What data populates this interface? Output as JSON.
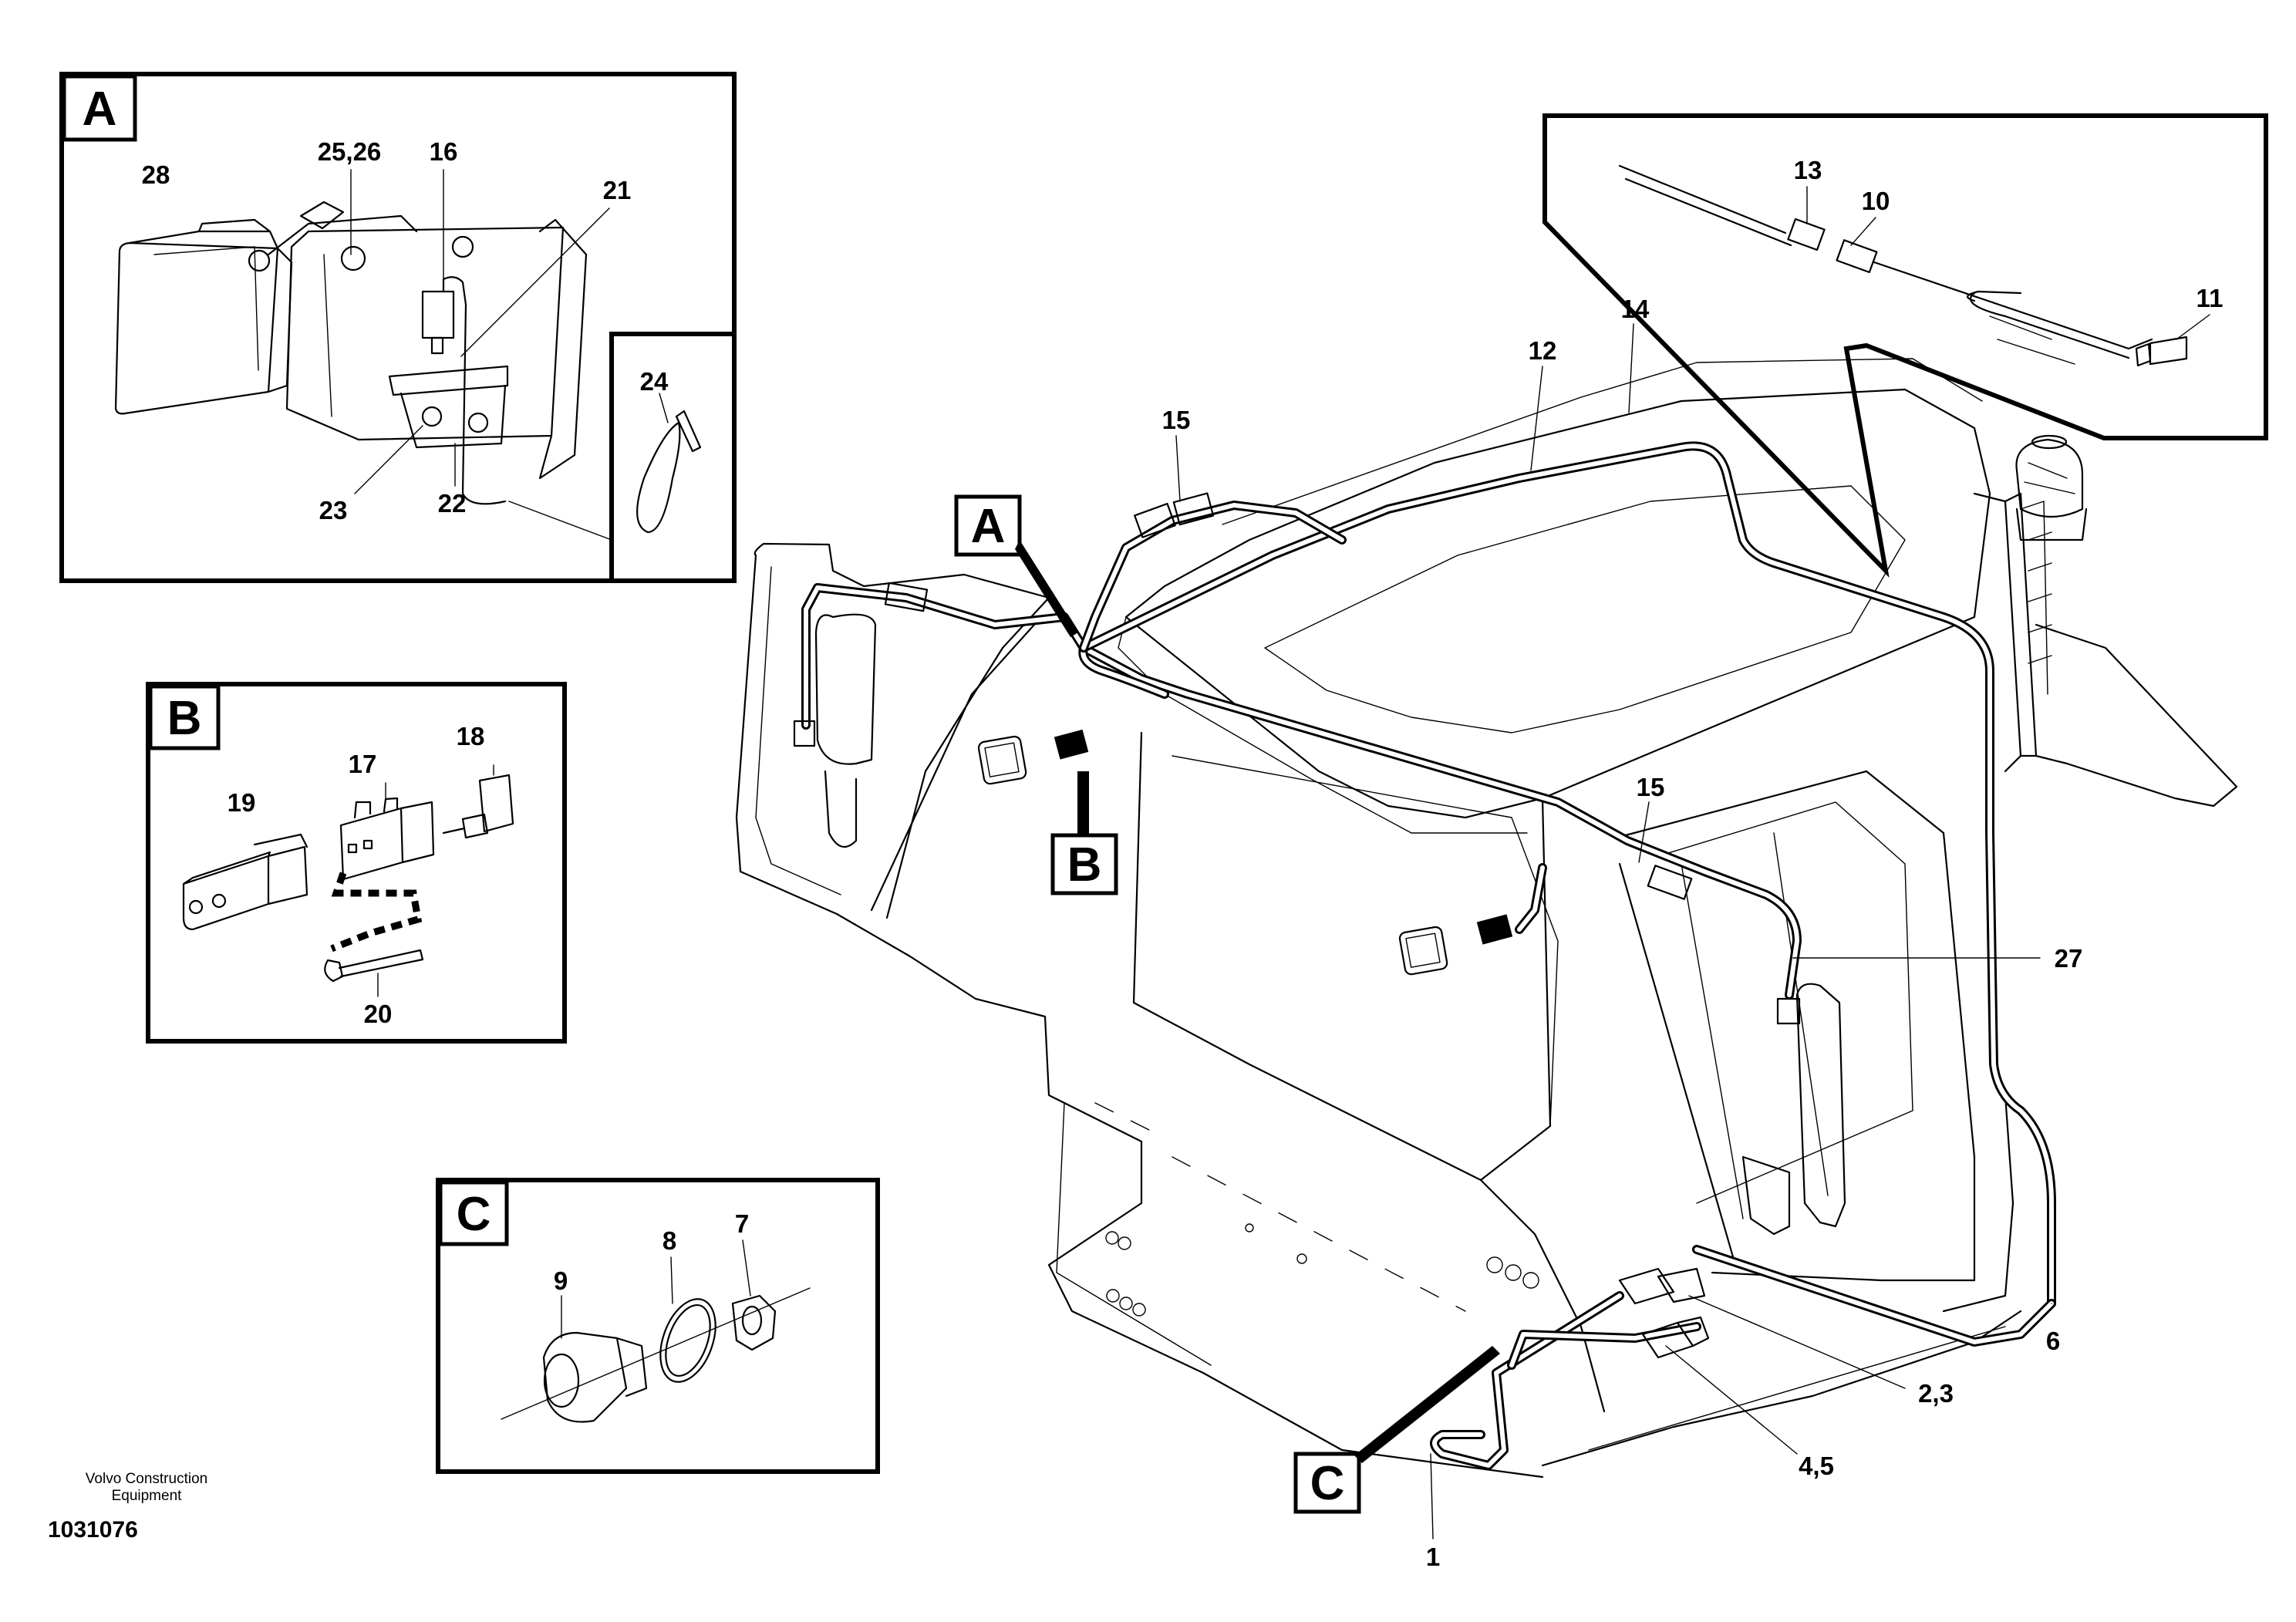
{
  "detail_views": {
    "A": {
      "tag": "A",
      "labels": {
        "p28": "28",
        "p25_26": "25,26",
        "p16": "16",
        "p21": "21",
        "p24": "24",
        "p23": "23",
        "p22": "22"
      }
    },
    "B": {
      "tag": "B",
      "labels": {
        "p19": "19",
        "p17": "17",
        "p18": "18",
        "p20": "20"
      }
    },
    "C": {
      "tag": "C",
      "labels": {
        "p9": "9",
        "p8": "8",
        "p7": "7"
      }
    },
    "top_inset": {
      "labels": {
        "p13": "13",
        "p10": "10",
        "p11": "11"
      }
    }
  },
  "main_view": {
    "callouts": {
      "A": "A",
      "B": "B",
      "C": "C"
    },
    "labels": {
      "p12": "12",
      "p14": "14",
      "p15a": "15",
      "p15b": "15",
      "p27": "27",
      "p6": "6",
      "p2_3": "2,3",
      "p4_5": "4,5",
      "p1": "1"
    }
  },
  "footer": {
    "brand_line1": "Volvo Construction",
    "brand_line2": "Equipment",
    "document_number": "1031076"
  }
}
